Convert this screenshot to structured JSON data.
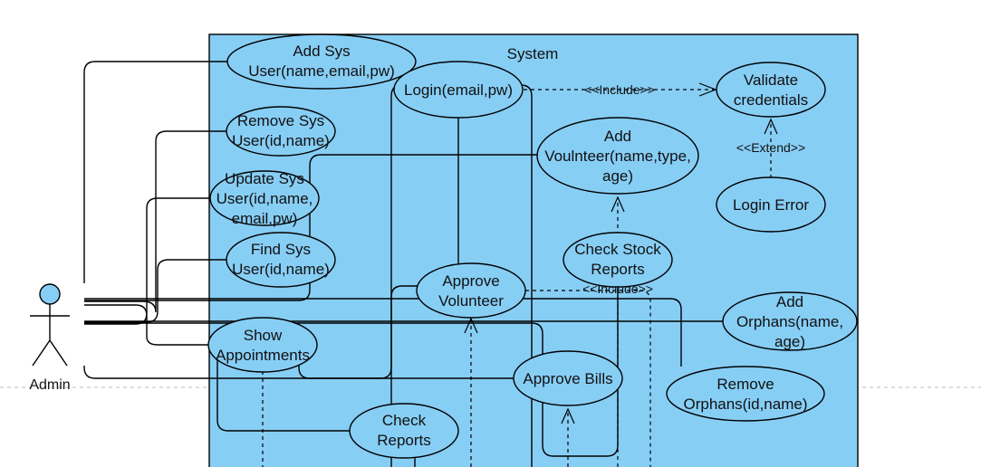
{
  "diagram": {
    "system_label": "System",
    "actor_label": "Admin",
    "use_cases": {
      "add_sys_user": [
        "Add Sys",
        "User(name,email,pw)"
      ],
      "remove_sys_user": [
        "Remove Sys",
        "User(id,name)"
      ],
      "update_sys_user": [
        "Update Sys",
        "User(id,name,",
        "email,pw)"
      ],
      "find_sys_user": [
        "Find Sys",
        "User(id,name)"
      ],
      "show_appointments": [
        "Show",
        "Appointments"
      ],
      "login": [
        "Login(email,pw)"
      ],
      "validate_credentials": [
        "Validate",
        "credentials"
      ],
      "add_volunteer": [
        "Add",
        "Voulnteer(name,type,",
        "age)"
      ],
      "login_error": [
        "Login Error"
      ],
      "check_stock_reports": [
        "Check Stock",
        "Reports"
      ],
      "approve_volunteer": [
        "Approve",
        "Volunteer"
      ],
      "add_orphans": [
        "Add",
        "Orphans(name,",
        "age)"
      ],
      "approve_bills": [
        "Approve Bills"
      ],
      "remove_orphans": [
        "Remove",
        "Orphans(id,name)"
      ],
      "check_reports": [
        "Check",
        "Reports"
      ]
    },
    "stereotypes": {
      "include_login_validate": "<<Include>>",
      "extend_error_validate": "<<Extend>>",
      "include_stock_volunteer": "<<Include>>"
    },
    "colors": {
      "system_fill": "#87CEF5",
      "use_case_fill": "#87CEF5",
      "actor_head": "#87CEF5",
      "stroke": "#000000"
    }
  }
}
